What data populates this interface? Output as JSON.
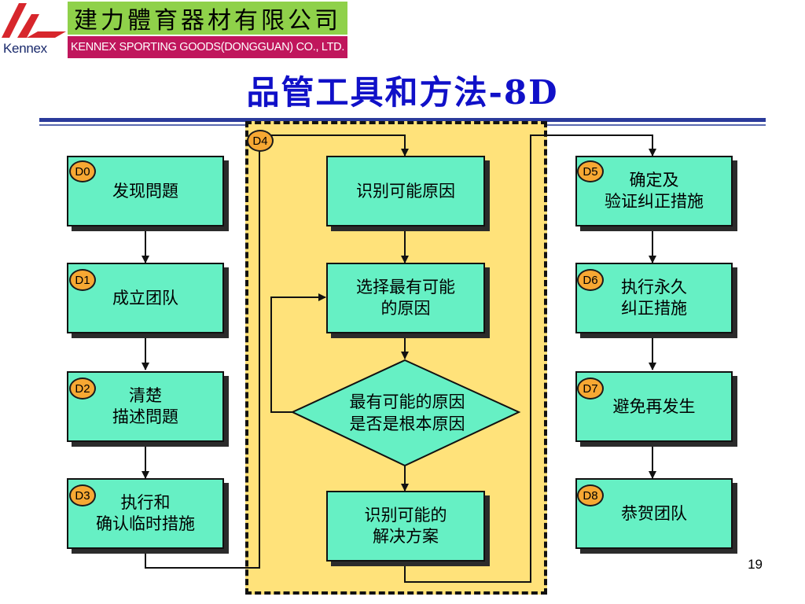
{
  "header": {
    "logo_text": "Kennex",
    "company_cn": "建力體育器材有限公司",
    "company_en": "KENNEX SPORTING GOODS(DONGGUAN) CO., LTD."
  },
  "title": "品管工具和方法-8D",
  "colors": {
    "title": "#1010c8",
    "box_fill": "#66f0c4",
    "badge_fill": "#f7a833",
    "zone_fill": "#ffe27a",
    "company_cn_bg": "#8fd14a",
    "company_en_bg": "#c0165c",
    "rule": "#2a3a9a"
  },
  "steps": {
    "d0": {
      "badge": "D0",
      "label": "发现問題"
    },
    "d1": {
      "badge": "D1",
      "label": "成立团队"
    },
    "d2": {
      "badge": "D2",
      "label": "清楚\n描述問題"
    },
    "d3": {
      "badge": "D3",
      "label": "执行和\n确认临时措施"
    },
    "d4": {
      "badge": "D4"
    },
    "d5": {
      "badge": "D5",
      "label": "确定及\n验证纠正措施"
    },
    "d6": {
      "badge": "D6",
      "label": "执行永久\n纠正措施"
    },
    "d7": {
      "badge": "D7",
      "label": "避免再发生"
    },
    "d8": {
      "badge": "D8",
      "label": "恭贺团队"
    }
  },
  "d4_flow": {
    "identify_causes": "识别可能原因",
    "select_cause": "选择最有可能\n的原因",
    "decision": "最有可能的原因\n是否是根本原因",
    "identify_solutions": "识别可能的\n解决方案"
  },
  "page_number": "19"
}
